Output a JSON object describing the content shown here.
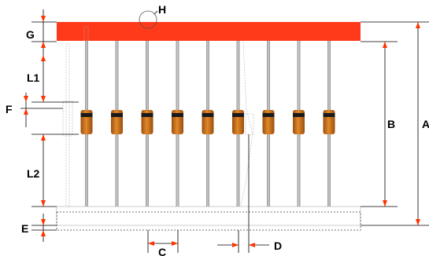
{
  "labels": {
    "A": "A",
    "B": "B",
    "C": "C",
    "D": "D",
    "E": "E",
    "F": "F",
    "G": "G",
    "H": "H",
    "L1": "L1",
    "L2": "L2"
  },
  "components": {
    "diode_count": 9
  },
  "colors": {
    "tape_top": "#ff3a1a",
    "diode_body": "#c8701a",
    "diode_band": "#1a1a1a",
    "lead": "#a8a8a8",
    "arrow": "#ff3300",
    "tape_bottom_border": "#cccccc"
  }
}
